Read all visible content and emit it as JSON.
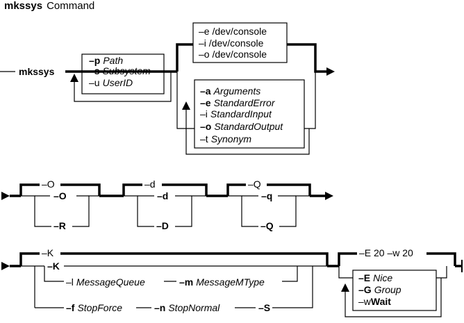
{
  "title": {
    "command": "mkssys",
    "suffix": "Command"
  },
  "row1": {
    "entry": "mkssys",
    "box_left": [
      {
        "flag": "–p",
        "arg": "Path"
      },
      {
        "flag": "–s",
        "arg": "Subsystem"
      },
      {
        "flag": "–u",
        "arg": "UserID"
      }
    ],
    "box_default": [
      "–e /dev/console",
      "–i /dev/console",
      "–o /dev/console"
    ],
    "box_options": [
      {
        "flag": "–a",
        "arg": "Arguments"
      },
      {
        "flag": "–e",
        "arg": "StandardError"
      },
      {
        "flag": "–i",
        "arg": "StandardInput"
      },
      {
        "flag": "–o",
        "arg": "StandardOutput"
      },
      {
        "flag": "–t",
        "arg": "Synonym"
      }
    ]
  },
  "row2": {
    "groups": [
      {
        "default": "–O",
        "opt1": "–O",
        "opt2": "–R"
      },
      {
        "default": "–d",
        "opt1": "–d",
        "opt2": "–D"
      },
      {
        "default": "–Q",
        "opt1": "–q",
        "opt2": "–Q"
      }
    ]
  },
  "row3": {
    "default": "–K",
    "opt_k": "–K",
    "opt_l_flag": "–l",
    "opt_l_arg": "MessageQueue",
    "opt_m_flag": "–m",
    "opt_m_arg": "MessageMType",
    "opt_f_flag": "–f",
    "opt_f_arg": "StopForce",
    "opt_n_flag": "–n",
    "opt_n_arg": "StopNormal",
    "opt_s": "–S",
    "default2": "–E 20 –w 20",
    "box_right": [
      {
        "flag": "–E",
        "arg": "Nice"
      },
      {
        "flag": "–G",
        "arg": "Group"
      },
      {
        "flag": "–w",
        "arg": "Wait"
      }
    ]
  }
}
